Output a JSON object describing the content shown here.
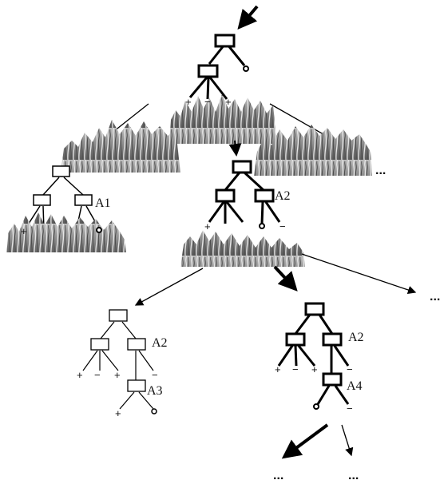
{
  "labels": {
    "a1": "A1",
    "a2_mid": "A2",
    "a2_left": "A2",
    "a3": "A3",
    "a2_right": "A2",
    "a4": "A4"
  },
  "signs": {
    "plus": "+",
    "minus": "−"
  },
  "ellipsis": "..."
}
